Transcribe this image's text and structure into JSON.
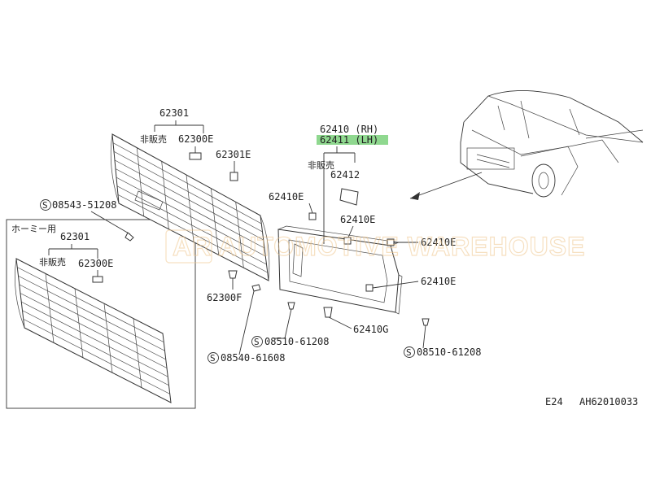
{
  "watermark": {
    "logo_letters": "AR",
    "text": "AUTOMOTIVE WAREHOUSE"
  },
  "labels": {
    "grille_main": "62301",
    "grille_main_note": "非販売",
    "emblem_main": "62300E",
    "clip_main": "62301E",
    "screw_upper_left": "08543-51208",
    "inset_title": "ホーミー用",
    "inset_grille": "62301",
    "inset_note": "非販売",
    "inset_emblem": "62300E",
    "clip_lower": "62300F",
    "screw_bottom": "08540-61608",
    "lamp_finisher_rh": "62410 (RH)",
    "lamp_finisher_lh": "62411 (LH)",
    "lamp_note": "非販売",
    "bracket": "62412",
    "clip_e_left": "62410E",
    "clip_e_top_right": "62410E",
    "clip_e_right_1": "62410E",
    "clip_e_right_2": "62410E",
    "clip_g": "62410G",
    "screw_mid": "08510-61208",
    "screw_right": "08510-61208",
    "screw_symbol": "S",
    "footer_left": "E24",
    "footer_right": "AH62010033"
  },
  "colors": {
    "highlight": "#8fd88f",
    "watermark": "#f0c890",
    "ink": "#333333"
  }
}
